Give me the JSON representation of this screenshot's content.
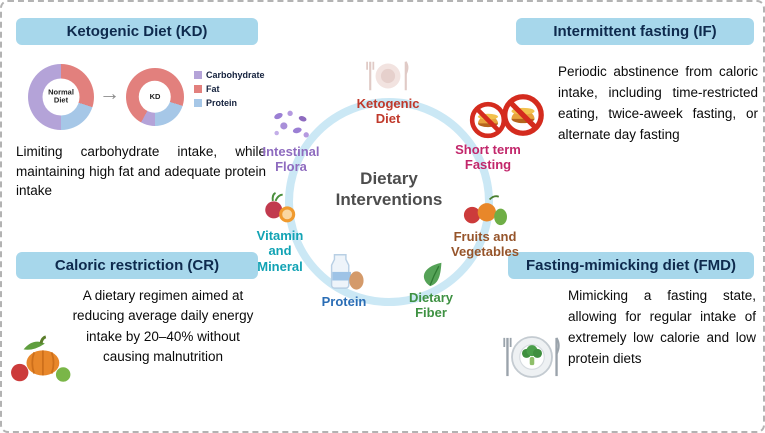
{
  "figure": {
    "center_title": "Dietary\nInterventions"
  },
  "cycle": [
    {
      "label": "Ketogenic\nDiet",
      "color": "#c0392b",
      "icon": "plate-icon"
    },
    {
      "label": "Short term\nFasting",
      "color": "#c2276b",
      "icon": "no-food-icon"
    },
    {
      "label": "Fruits and\nVegetables",
      "color": "#96542a",
      "icon": "fruits-icon"
    },
    {
      "label": "Dietary\nFiber",
      "color": "#3e9142",
      "icon": "leaf-icon"
    },
    {
      "label": "Protein",
      "color": "#2a6db5",
      "icon": "milk-egg-icon"
    },
    {
      "label": "Vitamin\nand\nMineral",
      "color": "#12a3b4",
      "icon": "vitamin-icon"
    },
    {
      "label": "Intestinal\nFlora",
      "color": "#8e6bbf",
      "icon": "bacteria-icon"
    }
  ],
  "panels": {
    "kd": {
      "title": "Ketogenic Diet (KD)",
      "description": "Limiting carbohydrate intake, while maintaining high fat and adequate protein intake",
      "arrow": "→",
      "legend": [
        {
          "label": "Carbohydrate",
          "color": "#b4a3d8"
        },
        {
          "label": "Fat",
          "color": "#e2807d"
        },
        {
          "label": "Protein",
          "color": "#a6c7e7"
        }
      ],
      "chart_data": {
        "type": "pie",
        "charts": [
          {
            "label": "Normal Diet",
            "slices": [
              {
                "name": "Carbohydrate",
                "value": 50
              },
              {
                "name": "Fat",
                "value": 30
              },
              {
                "name": "Protein",
                "value": 20
              }
            ]
          },
          {
            "label": "KD",
            "slices": [
              {
                "name": "Carbohydrate",
                "value": 8
              },
              {
                "name": "Fat",
                "value": 72
              },
              {
                "name": "Protein",
                "value": 20
              }
            ]
          }
        ]
      }
    },
    "if": {
      "title": "Intermittent fasting (IF)",
      "description": "Periodic abstinence from caloric intake, including time-restricted eating, twice-aweek fasting, or alternate day fasting"
    },
    "cr": {
      "title": "Caloric restriction (CR)",
      "description": "A dietary regimen aimed at reducing average daily energy intake by 20–40% without causing malnutrition"
    },
    "fmd": {
      "title": "Fasting-mimicking diet (FMD)",
      "description": "Mimicking a fasting state, allowing for regular intake of extremely low calorie and low protein diets"
    }
  }
}
